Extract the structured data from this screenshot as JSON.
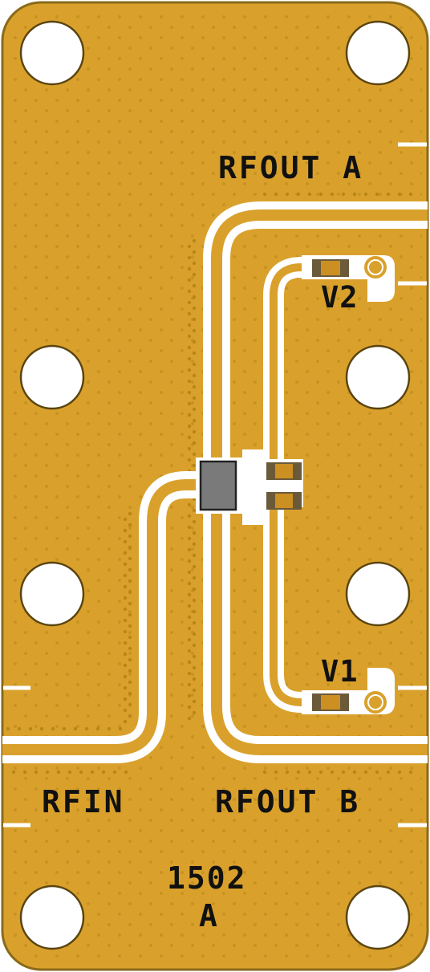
{
  "board": {
    "labels": {
      "rfout_a": "RFOUT A",
      "v2": "V2",
      "v1": "V1",
      "rfin": "RFIN",
      "rfout_b": "RFOUT B",
      "part_number": "1502",
      "revision": "A"
    },
    "colors": {
      "substrate": "#d9a12c",
      "trace": "#ffffff",
      "via": "#b98516",
      "silkscreen": "#111111",
      "ic_body": "#7a7a7a",
      "capacitor_body": "#cc8f22",
      "capacitor_end": "#6b5a3a"
    }
  }
}
